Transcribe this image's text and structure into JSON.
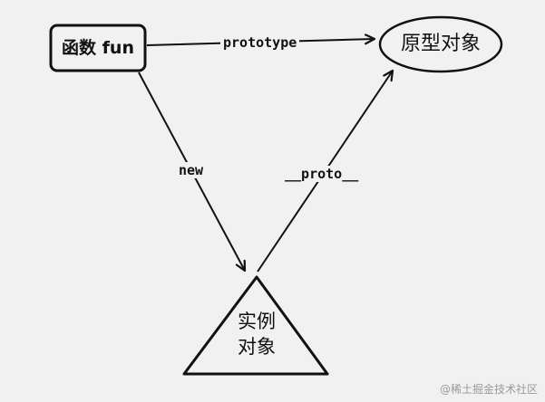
{
  "diagram": {
    "nodes": {
      "function": {
        "label": "函数 fun",
        "shape": "rounded-rectangle"
      },
      "prototype": {
        "label": "原型对象",
        "shape": "ellipse"
      },
      "instance": {
        "label_line1": "实例",
        "label_line2": "对象",
        "shape": "triangle"
      }
    },
    "edges": {
      "prototype": {
        "label": "prototype",
        "from": "function",
        "to": "prototype"
      },
      "new": {
        "label": "new",
        "from": "function",
        "to": "instance"
      },
      "proto": {
        "label": "__proto__",
        "from": "instance",
        "to": "prototype"
      }
    },
    "colors": {
      "background": "#f1f1f1",
      "stroke": "#111111",
      "watermark": "#9a9a9a"
    }
  },
  "watermark": "@稀土掘金技术社区"
}
